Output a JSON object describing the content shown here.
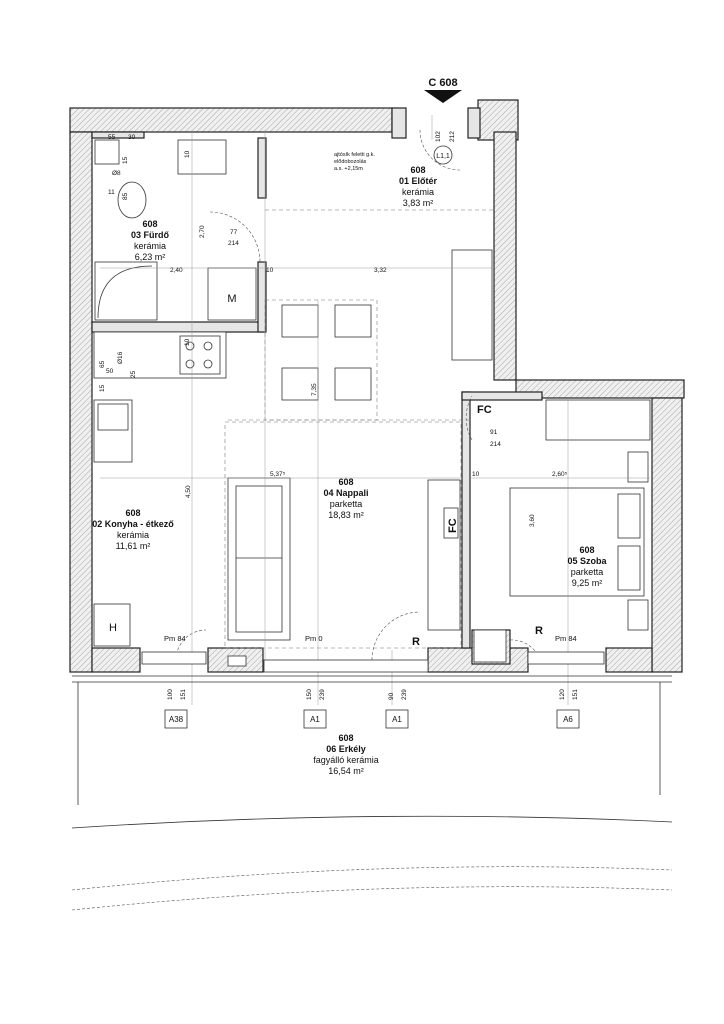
{
  "section_marker": "C 608",
  "rooms": [
    {
      "key": "eloter",
      "number": "608",
      "name": "01 Előtér",
      "floor": "kerámia",
      "area": "3,83 m²"
    },
    {
      "key": "furdo",
      "number": "608",
      "name": "03 Fürdő",
      "floor": "kerámia",
      "area": "6,23 m²"
    },
    {
      "key": "konyha",
      "number": "608",
      "name": "02 Konyha - étkező",
      "floor": "kerámia",
      "area": "11,61 m²"
    },
    {
      "key": "nappali",
      "number": "608",
      "name": "04 Nappali",
      "floor": "parketta",
      "area": "18,83 m²"
    },
    {
      "key": "szoba",
      "number": "608",
      "name": "05 Szoba",
      "floor": "parketta",
      "area": "9,25 m²"
    },
    {
      "key": "erkely",
      "number": "608",
      "name": "06 Erkély",
      "floor": "fagyálló kerámia",
      "area": "16,54 m²"
    }
  ],
  "notes": {
    "door_note_1": "ajtósík feletti g.k.",
    "door_note_2": "elődobozolás",
    "door_note_3": "a.s. +2,15m",
    "door_tag": "L1,1"
  },
  "symbols": {
    "m": "M",
    "h": "H",
    "r1": "R",
    "r2": "R",
    "fc1": "FC",
    "fc2": "FC"
  },
  "dimensions": {
    "d55": "55",
    "d30": "30",
    "d10a": "10",
    "d15": "15",
    "d8": "Ø8",
    "d11": "11",
    "d85": "85",
    "d102": "102",
    "d212": "212",
    "d270": "2,70",
    "d77": "77",
    "d214a": "214",
    "d240": "2,40",
    "d10b": "10",
    "d332": "3,32",
    "d10c": "10",
    "d65": "65",
    "d50": "50",
    "d16": "Ø16",
    "d25": "25",
    "d15b": "15",
    "d735": "7,35",
    "d91": "91",
    "d214b": "214",
    "d10d": "10",
    "d260": "2,60⁵",
    "d537": "5,37⁵",
    "d450": "4,50",
    "d360": "3,60"
  },
  "levels": {
    "pm_a": "Pm 84",
    "pm_b": "Pm 0",
    "pm_c": "Pm 84"
  },
  "windows": [
    {
      "w": "100",
      "h": "151",
      "tag": "A38"
    },
    {
      "w": "150",
      "h": "239",
      "tag": "A1"
    },
    {
      "w": "90",
      "h": "239",
      "tag": "A1"
    },
    {
      "w": "120",
      "h": "151",
      "tag": "A6"
    }
  ]
}
